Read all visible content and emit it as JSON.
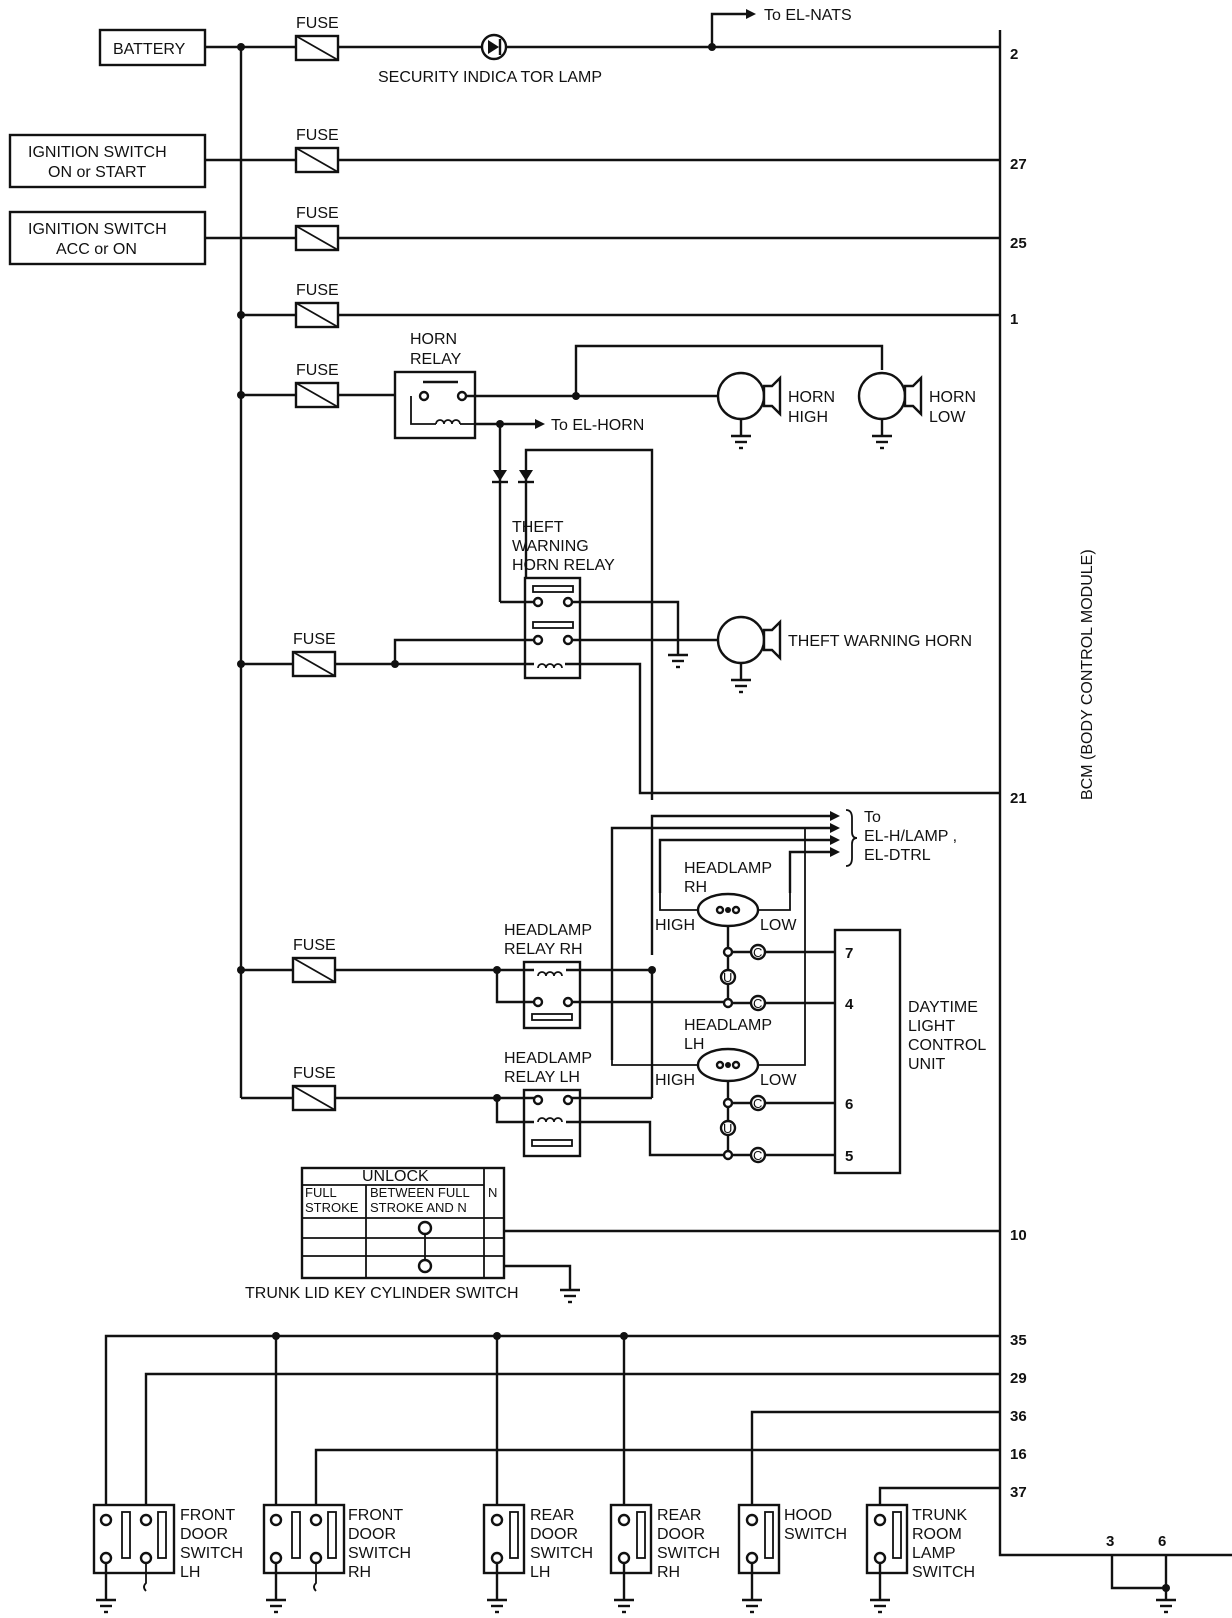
{
  "labels": {
    "battery": "BATTERY",
    "ign_on_start_1": "IGNITION SWITCH",
    "ign_on_start_2": "ON or START",
    "ign_acc_on_1": "IGNITION SWITCH",
    "ign_acc_on_2": "ACC or ON",
    "fuse": "FUSE",
    "security_lamp": "SECURITY INDICA TOR LAMP",
    "to_el_nats": "To EL-NATS",
    "horn_relay_1": "HORN",
    "horn_relay_2": "RELAY",
    "to_el_horn": "To EL-HORN",
    "horn_high_1": "HORN",
    "horn_high_2": "HIGH",
    "horn_low_1": "HORN",
    "horn_low_2": "LOW",
    "theft_relay_1": "THEFT",
    "theft_relay_2": "WARNING",
    "theft_relay_3": "HORN  RELAY",
    "theft_horn": "THEFT WARNING HORN",
    "to_headlamp_1": "To",
    "to_headlamp_2": "EL-H/LAMP ,",
    "to_headlamp_3": "EL-DTRL",
    "headlamp_rh_1": "HEADLAMP",
    "headlamp_rh_2": "RH",
    "headlamp_lh_1": "HEADLAMP",
    "headlamp_lh_2": "LH",
    "high": "HIGH",
    "low": "LOW",
    "hl_relay_rh_1": "HEADLAMP",
    "hl_relay_rh_2": "RELAY RH",
    "hl_relay_lh_1": "HEADLAMP",
    "hl_relay_lh_2": "RELAY LH",
    "dtrl_1": "DAYTIME",
    "dtrl_2": "LIGHT",
    "dtrl_3": "CONTROL",
    "dtrl_4": "UNIT",
    "unlock": "UNLOCK",
    "full_1": "FULL",
    "full_2": "STROKE",
    "between_1": "BETWEEN FULL",
    "between_2": "STROKE AND N",
    "n": "N",
    "trunk_key": "TRUNK LID KEY CYLINDER SWITCH",
    "bcm": "BCM (BODY CONTROL MODULE)",
    "c": "C",
    "u": "U",
    "front_lh_1": "FRONT",
    "front_lh_2": "DOOR",
    "front_lh_3": "SWITCH",
    "front_lh_4": "LH",
    "front_rh_1": "FRONT",
    "front_rh_2": "DOOR",
    "front_rh_3": "SWITCH",
    "front_rh_4": "RH",
    "rear_lh_1": "REAR",
    "rear_lh_2": "DOOR",
    "rear_lh_3": "SWITCH",
    "rear_lh_4": "LH",
    "rear_rh_1": "REAR",
    "rear_rh_2": "DOOR",
    "rear_rh_3": "SWITCH",
    "rear_rh_4": "RH",
    "hood_1": "HOOD",
    "hood_2": "SWITCH",
    "trunk_room_1": "TRUNK",
    "trunk_room_2": "ROOM",
    "trunk_room_3": "LAMP",
    "trunk_room_4": "SWITCH"
  },
  "bcm_pins": {
    "p2": "2",
    "p27": "27",
    "p25": "25",
    "p1": "1",
    "p21": "21",
    "p10": "10",
    "p35": "35",
    "p29": "29",
    "p36": "36",
    "p16": "16",
    "p37": "37",
    "p3": "3",
    "p6": "6"
  },
  "dtrl_pins": {
    "p7": "7",
    "p4": "4",
    "p6": "6",
    "p5": "5"
  }
}
